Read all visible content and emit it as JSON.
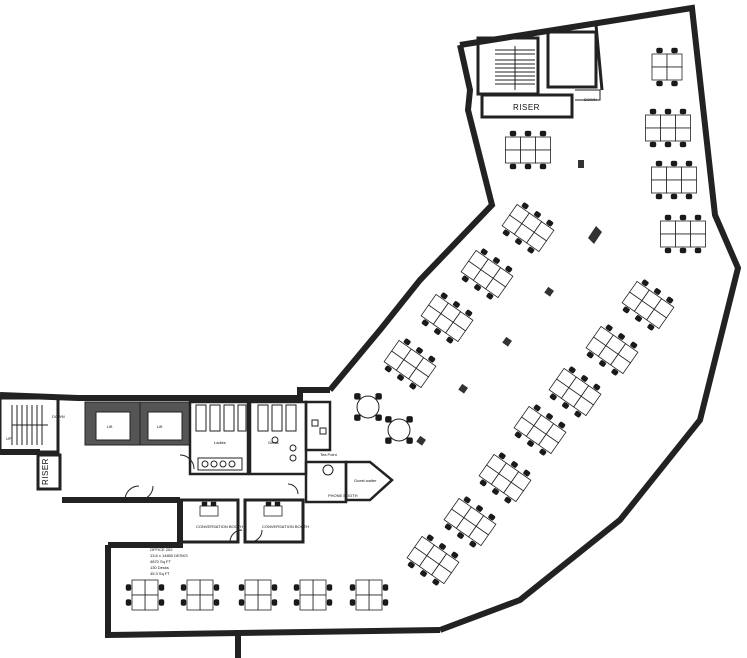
{
  "labels": {
    "riser_top": "RISER",
    "riser_left": "RISER",
    "down": "DOWN",
    "lift_1": "Lift",
    "lift_2": "Lift",
    "ladies": "Ladies",
    "gents": "Gents",
    "tea_point": "Tea Point",
    "phone_booth": "PHONE BOOTH",
    "guest_waiter": "Guest waiter",
    "conv_booth_1": "CONVERSATION BOOTH",
    "conv_booth_2": "CONVERSATION BOOTH",
    "office_title": "OFFICE 202",
    "office_line1": "13.6 x 14850 DESKS",
    "office_line2": "4870 Sq FT",
    "office_line3": "130 Desks",
    "office_line4": "45.3 Sq FT",
    "stair_left_1": "DOWN",
    "stair_left_2": "UP"
  },
  "colors": {
    "wall": "#222222",
    "chair": "#1a1a1a",
    "background": "#ffffff"
  }
}
